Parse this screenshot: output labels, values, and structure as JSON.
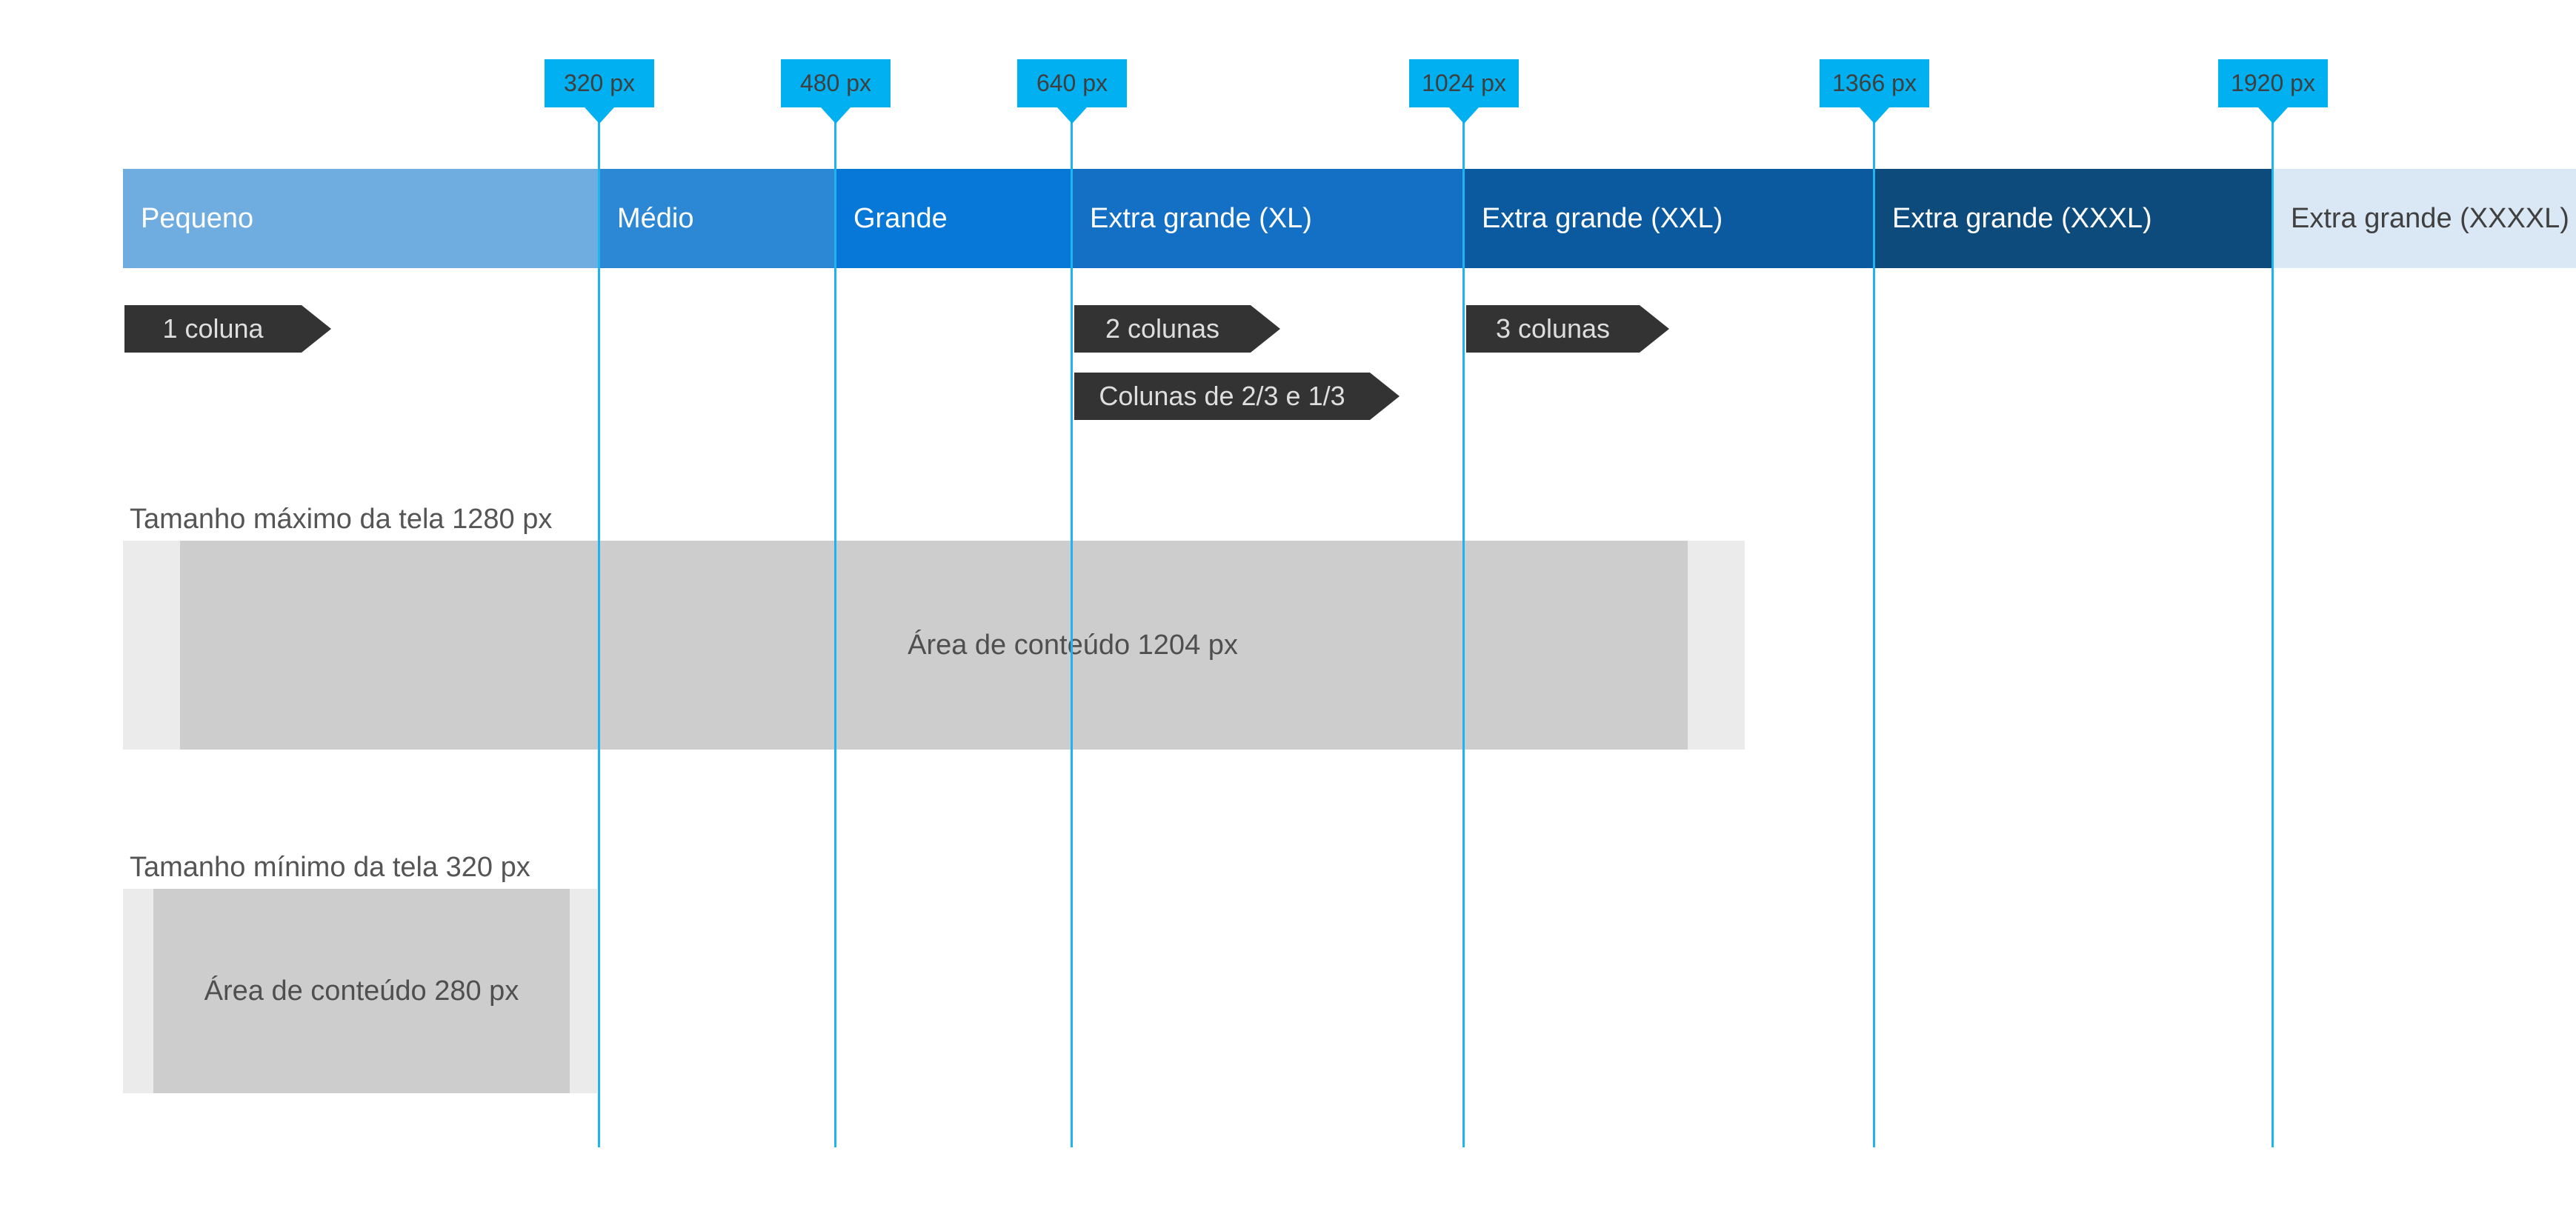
{
  "colors": {
    "accent_cyan": "#00B0F0",
    "line_cyan": "#1FB4F0",
    "flag_text": "#3F3F3F",
    "tag_bg": "#333333",
    "tag_text": "#DEDEDE",
    "area_outer": "#EBEBEB",
    "area_inner": "#CDCDCD",
    "label_text": "#555555"
  },
  "breakpoints": [
    {
      "label": "320 px"
    },
    {
      "label": "480 px"
    },
    {
      "label": "640 px"
    },
    {
      "label": "1024 px"
    },
    {
      "label": "1366 px"
    },
    {
      "label": "1920 px"
    }
  ],
  "size_bar": {
    "segments": [
      {
        "label": "Pequeno",
        "color": "#6FACDF",
        "text_color": "#FFFFFF"
      },
      {
        "label": "Médio",
        "color": "#2C88D5",
        "text_color": "#FFFFFF"
      },
      {
        "label": "Grande",
        "color": "#0778D7",
        "text_color": "#FFFFFF"
      },
      {
        "label": "Extra grande (XL)",
        "color": "#1470C4",
        "text_color": "#FFFFFF"
      },
      {
        "label": "Extra grande (XXL)",
        "color": "#0B5AA0",
        "text_color": "#FFFFFF"
      },
      {
        "label": "Extra grande (XXXL)",
        "color": "#0E4B7D",
        "text_color": "#FFFFFF"
      },
      {
        "label": "Extra grande (XXXXL)",
        "color": "#DAE7F5",
        "text_color": "#404040"
      }
    ]
  },
  "column_tags": [
    {
      "label": "1 coluna"
    },
    {
      "label": "2 colunas"
    },
    {
      "label": "3 colunas"
    },
    {
      "label": "Colunas de 2/3 e 1/3"
    }
  ],
  "max_screen": {
    "label": "Tamanho máximo da tela 1280 px",
    "content_label": "Área de conteúdo 1204 px"
  },
  "min_screen": {
    "label": "Tamanho mínimo da tela 320 px",
    "content_label": "Área de conteúdo 280 px"
  }
}
